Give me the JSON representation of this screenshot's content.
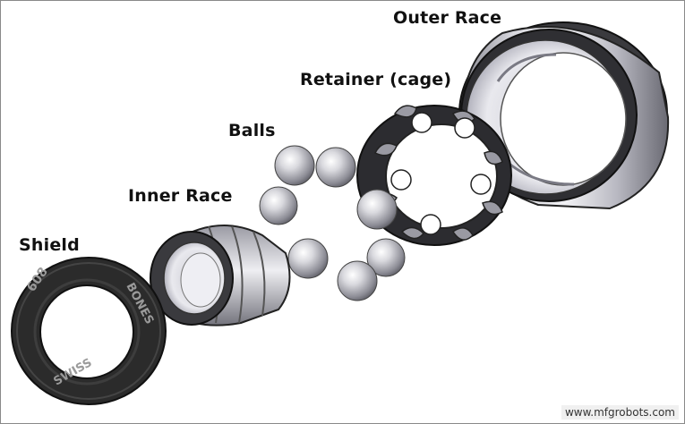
{
  "labels": {
    "outer_race": "Outer Race",
    "retainer": "Retainer (cage)",
    "balls": "Balls",
    "inner_race": "Inner Race",
    "shield": "Shield"
  },
  "shield_markings": {
    "size": "608",
    "brand": "BONES",
    "origin": "SWISS"
  },
  "watermark": "www.mfgrobots.com",
  "colors": {
    "metal_light": "#e6e6ea",
    "metal_dark": "#6f6f78",
    "rubber": "#2b2b2b",
    "label": "#111111"
  }
}
